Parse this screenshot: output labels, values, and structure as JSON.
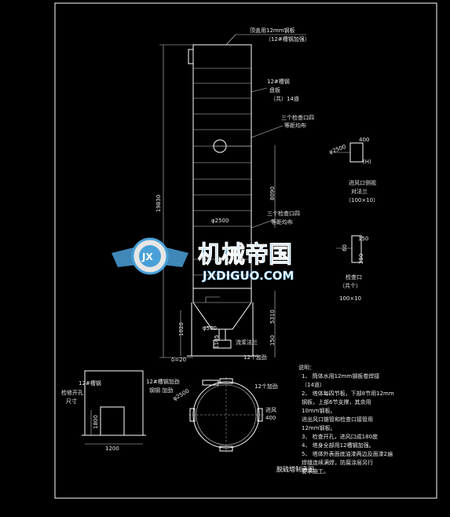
{
  "drawing": {
    "title": "脱硫塔制造图",
    "background": "#000000",
    "line_color": "#ffffff",
    "frame_color": "#ffffff"
  },
  "tower": {
    "top_callout_1": "顶盖用12mm钢板",
    "top_callout_2": "（12#槽钢加强）",
    "rib_callout_1": "12#槽钢",
    "rib_callout_2": "盘板",
    "rib_callout_3": "（共）14道",
    "port_callout_upper_1": "三个检查口四",
    "port_callout_upper_2": "等距均布",
    "port_callout_lower_1": "三个检查口四",
    "port_callout_lower_2": "等距均布",
    "total_height": "19830",
    "section_height": "8090",
    "diameter": "φ2500",
    "cone_height": "5310",
    "cone_outlet": "φ500",
    "base_height": "1020",
    "leg_offset": "1105",
    "small_dim": "150",
    "plate_thickness": "δ=20",
    "bottom_note": "12个加劲",
    "foot_label": "流浆法兰"
  },
  "details": {
    "inlet_dim_1": "400",
    "inlet_diameter": "φ2500",
    "inlet_side": "(H)",
    "inlet_label_1": "进风口侧视",
    "inlet_label_2": "对法兰",
    "inlet_size": "（100×10）",
    "port_dim_1": "150",
    "port_dim_2": "60",
    "port_dim_3": "250",
    "port_label": "检查口",
    "port_label_2": "（共个）",
    "port_size": "100×10"
  },
  "base_detail": {
    "label_1": "12#槽钢",
    "label_2": "检修开孔",
    "label_3": "尺寸",
    "label_4": "12#槽钢加劲",
    "label_5": "钢钢 加劲",
    "height": "1800",
    "width": "1200"
  },
  "plan_view": {
    "label": "12个加劲",
    "dia": "φ2500",
    "inlet": "进风",
    "dim": "400"
  },
  "notes": {
    "heading": "说明：",
    "lines": [
      "1、 筒体水用12mm钢板卷焊接",
      "   （14道）",
      "2、 塔体每四节板，下部8节用12mm",
      "   钢板，上部6节支撑，其余用",
      "   10mm钢板。",
      "   进出风口锥管和检查口接管用",
      "   12mm钢板。",
      "3、 检查开孔，进风口成180度",
      "4、 塔身全部用12槽钢加强。",
      "5、 塔体外表面底油漆两边及面漆2遍",
      "   焊缝连续满焊，防腐涂层另行",
      "   要求施工。"
    ]
  },
  "watermark": {
    "cn": "机械帝国",
    "en": "JXDIGUO.COM",
    "emblem": "JX",
    "color": "#4aa0d8"
  }
}
